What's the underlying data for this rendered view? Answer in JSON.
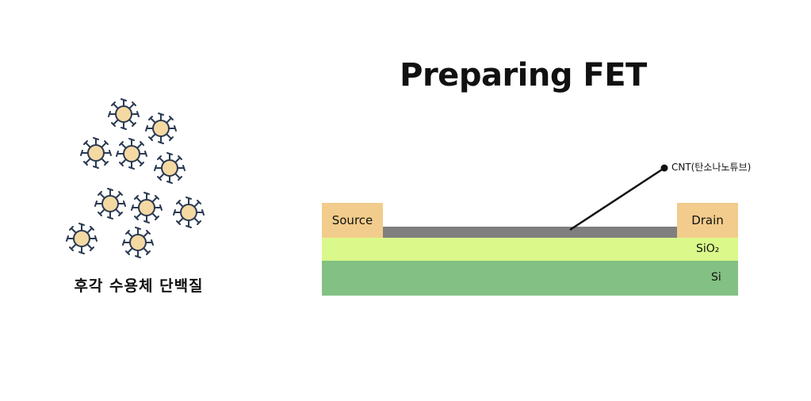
{
  "title": "Preparing FET",
  "protein_label": "후각 수용체 단백질",
  "fet": {
    "source_label": "Source",
    "drain_label": "Drain",
    "sio2_label": "SiO₂",
    "si_label": "Si",
    "cnt_label": "CNT(탄소나노튜브)"
  },
  "colors": {
    "electrode": "#f2cc8c",
    "sio2": "#daf98a",
    "si": "#83c083",
    "cnt": "#7f7f7f",
    "protein_fill": "#f5d9a3",
    "protein_outline": "#2b3a52"
  }
}
